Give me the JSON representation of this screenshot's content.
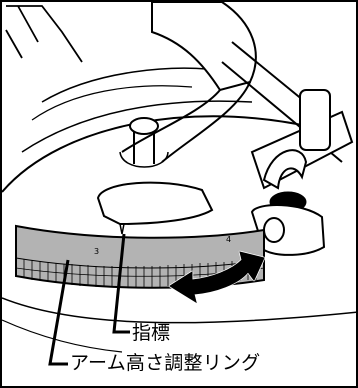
{
  "diagram": {
    "labels": {
      "pointer": "指標",
      "ring": "アーム高さ調整リング"
    },
    "scale_numbers": [
      "3",
      "4"
    ],
    "colors": {
      "ring_band": "#b3b3b3",
      "line": "#000000",
      "background": "#ffffff"
    }
  }
}
